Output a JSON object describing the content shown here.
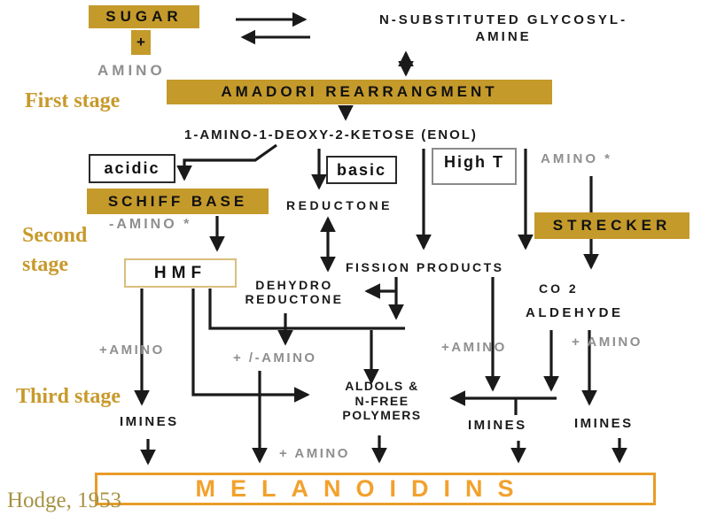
{
  "colors": {
    "gold_box": "#C49A2B",
    "melanoidins_orange_text": "#F2A12D",
    "melanoidins_orange_border": "#E99C28",
    "gray_text": "#8F8F8F",
    "stage_label_gold": "#C8992B",
    "citation_gold": "#A59243",
    "line_black": "#1A1A1A",
    "hmf_border_tan": "#D9BE7E"
  },
  "stage_labels": {
    "first": "First stage",
    "second": [
      "Second",
      "stage"
    ],
    "third": "Third stage"
  },
  "citation": "Hodge, 1953",
  "nodes": {
    "sugar": "SUGAR",
    "plus": "+",
    "amino_reactant": "AMINO",
    "glycosylamine": [
      "N-SUBSTITUTED GLYCOSYL-",
      "AMINE"
    ],
    "amadori": "AMADORI REARRANGMENT",
    "ketose": "1-AMINO-1-DEOXY-2-KETOSE  (ENOL)",
    "acidic": "acidic",
    "basic": "basic",
    "high_t": "High T",
    "amino_star_right": "AMINO *",
    "schiff_base": "SCHIFF BASE",
    "minus_amino_star": "-AMINO *",
    "reductone": "REDUCTONE",
    "strecker": "STRECKER",
    "hmf": "HMF",
    "dehydro_reductone": [
      "DEHYDRO",
      "REDUCTONE"
    ],
    "fission_products": "FISSION PRODUCTS",
    "co2": "CO 2",
    "aldehyde": "ALDEHYDE",
    "plus_amino_left": "+AMINO",
    "plus_minus_amino": "+ /-AMINO",
    "plus_amino_center": "+AMINO",
    "plus_amino_right": "+ AMINO",
    "imines_left": "IMINES",
    "aldols": [
      "ALDOLS &",
      "N-FREE",
      "POLYMERS"
    ],
    "imines_center": "IMINES",
    "imines_right": "IMINES",
    "plus_amino_bottom": "+ AMINO",
    "melanoidins": "MELANOIDINS"
  }
}
